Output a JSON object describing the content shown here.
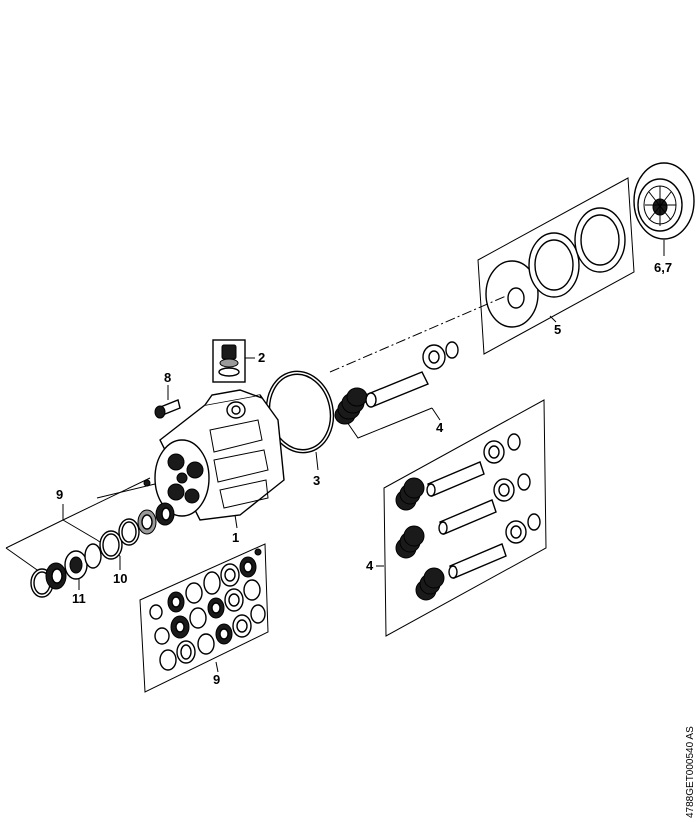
{
  "callouts": {
    "c1": "1",
    "c2": "2",
    "c3": "3",
    "c4a": "4",
    "c4b": "4",
    "c5": "5",
    "c67": "6,7",
    "c8": "8",
    "c9a": "9",
    "c9b": "9",
    "c10": "10",
    "c11": "11"
  },
  "drawing_code": "4788GET000540 AS"
}
